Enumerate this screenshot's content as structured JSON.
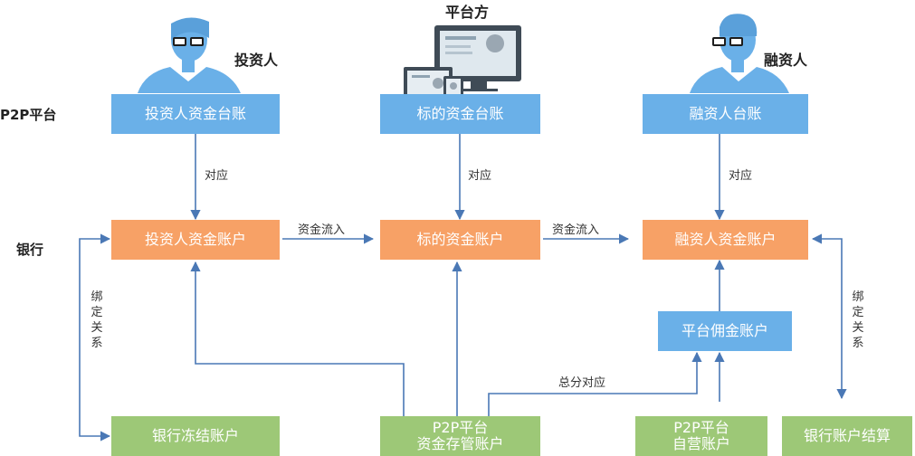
{
  "rows": {
    "p2p": "P2P平台",
    "bank": "银行"
  },
  "roles": {
    "investor": "投资人",
    "platform": "平台方",
    "borrower": "融资人"
  },
  "p2p_boxes": {
    "investor_ledger": "投资人资金台账",
    "target_ledger": "标的资金台账",
    "borrower_ledger": "融资人台账"
  },
  "bank_boxes": {
    "investor_account": "投资人资金账户",
    "target_account": "标的资金账户",
    "borrower_account": "融资人资金账户",
    "commission_account": "平台佣金账户"
  },
  "bottom_boxes": {
    "frozen_account": "银行冻结账户",
    "custody_line1": "P2P平台",
    "custody_line2": "资金存管账户",
    "own_line1": "P2P平台",
    "own_line2": "自营账户",
    "settlement": "银行账户结算"
  },
  "edges": {
    "correspond1": "对应",
    "correspond2": "对应",
    "correspond3": "对应",
    "flow1": "资金流入",
    "flow2": "资金流入",
    "binding_left": "绑定关系",
    "binding_right": "绑定关系",
    "total_correspond": "总分对应"
  },
  "colors": {
    "blue": "#6ab0e8",
    "orange": "#f7a166",
    "green": "#9dc877",
    "line": "#4a78b5"
  }
}
